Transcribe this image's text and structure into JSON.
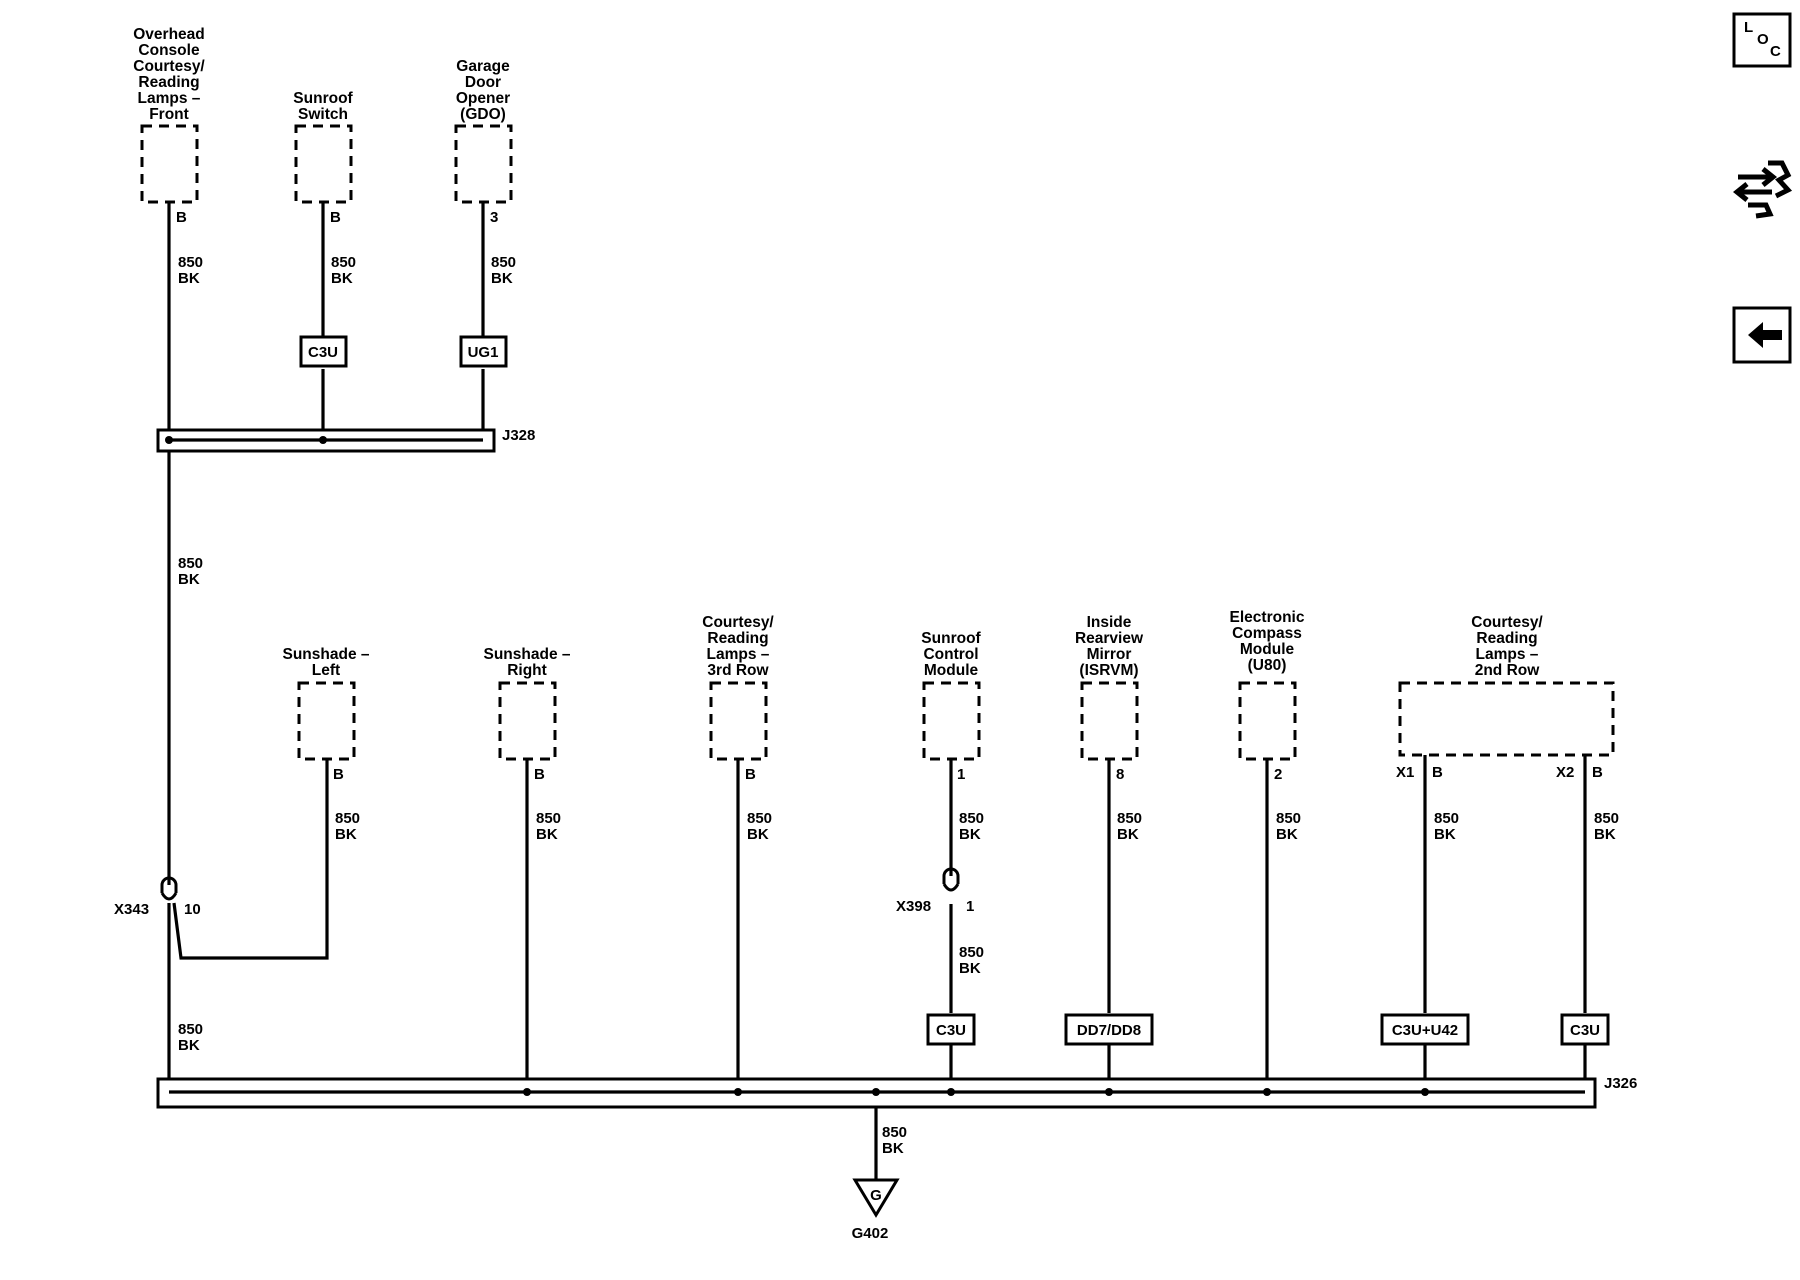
{
  "nav": {
    "loc_letters": [
      "L",
      "O",
      "C"
    ]
  },
  "components": {
    "overhead_console": [
      "Overhead",
      "Console",
      "Courtesy/",
      "Reading",
      "Lamps –",
      "Front"
    ],
    "sunroof_switch": [
      "Sunroof",
      "Switch"
    ],
    "garage_door_opener": [
      "Garage",
      "Door",
      "Opener",
      "(GDO)"
    ],
    "sunshade_left": [
      "Sunshade –",
      "Left"
    ],
    "sunshade_right": [
      "Sunshade –",
      "Right"
    ],
    "lamps_3rd_row": [
      "Courtesy/",
      "Reading",
      "Lamps –",
      "3rd Row"
    ],
    "sunroof_control_module": [
      "Sunroof",
      "Control",
      "Module"
    ],
    "inside_mirror": [
      "Inside",
      "Rearview",
      "Mirror",
      "(ISRVM)"
    ],
    "compass_module": [
      "Electronic",
      "Compass",
      "Module",
      "(U80)"
    ],
    "lamps_2nd_row": [
      "Courtesy/",
      "Reading",
      "Lamps –",
      "2nd Row"
    ]
  },
  "pins": {
    "overhead_console": "B",
    "sunroof_switch": "B",
    "garage_door_opener": "3",
    "sunshade_left": "B",
    "sunshade_right": "B",
    "lamps_3rd_row": "B",
    "sunroof_control_module": "1",
    "inside_mirror": "8",
    "compass_module": "2",
    "lamps_2nd_row_x1_conn": "X1",
    "lamps_2nd_row_x1_pin": "B",
    "lamps_2nd_row_x2_conn": "X2",
    "lamps_2nd_row_x2_pin": "B"
  },
  "wire": {
    "circuit": "850",
    "color": "BK"
  },
  "options": {
    "sunroof_switch": "C3U",
    "garage_door_opener": "UG1",
    "sunroof_control_module": "C3U",
    "inside_mirror": "DD7/DD8",
    "lamps_2nd_row_x1": "C3U+U42",
    "lamps_2nd_row_x2": "C3U"
  },
  "splices": {
    "upper": "J328",
    "lower": "J326"
  },
  "inline_connectors": {
    "x343": {
      "name": "X343",
      "pin": "10"
    },
    "x398": {
      "name": "X398",
      "pin": "1"
    }
  },
  "ground": {
    "symbol": "G",
    "name": "G402"
  }
}
